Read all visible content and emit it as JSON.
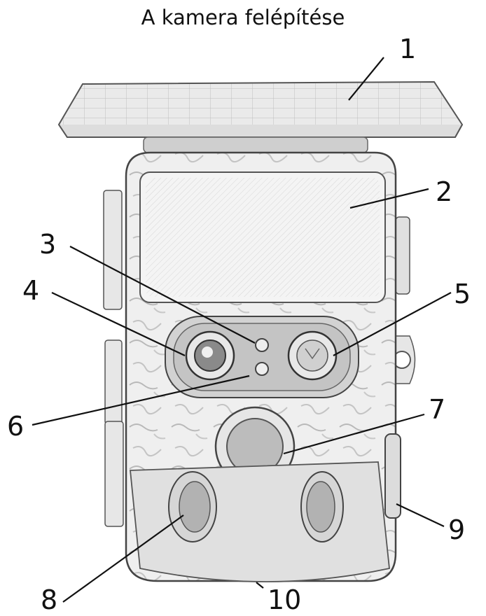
{
  "title": "A kamera felépítése",
  "callouts": [
    {
      "id": "1",
      "label": "1"
    },
    {
      "id": "2",
      "label": "2"
    },
    {
      "id": "3",
      "label": "3"
    },
    {
      "id": "4",
      "label": "4"
    },
    {
      "id": "5",
      "label": "5"
    },
    {
      "id": "6",
      "label": "6"
    },
    {
      "id": "7",
      "label": "7"
    },
    {
      "id": "8",
      "label": "8"
    },
    {
      "id": "9",
      "label": "9"
    },
    {
      "id": "10",
      "label": "10"
    }
  ]
}
